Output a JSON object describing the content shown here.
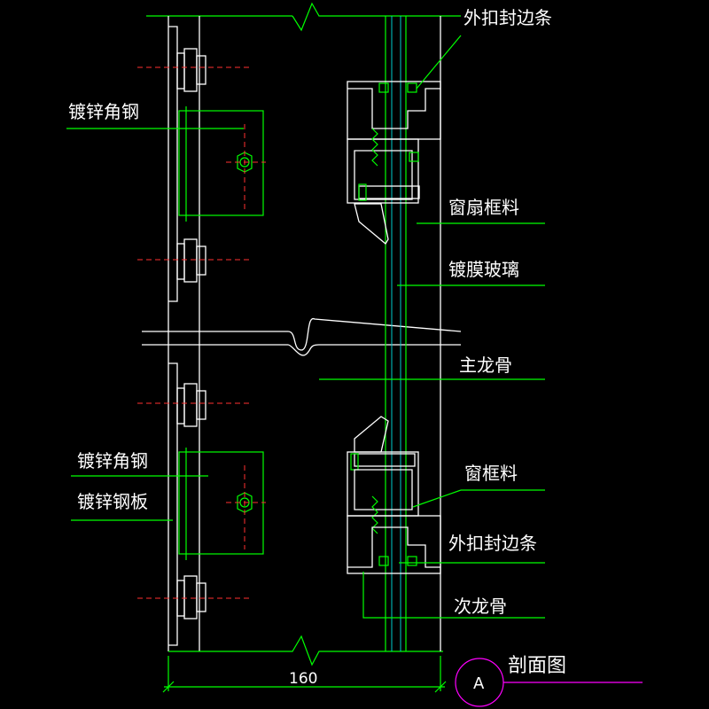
{
  "labels": {
    "top_outer_strip": "外扣封边条",
    "top_angle_steel": "镀锌角钢",
    "sash_frame": "窗扇框料",
    "coated_glass": "镀膜玻璃",
    "main_keel": "主龙骨",
    "bottom_angle_steel": "镀锌角钢",
    "steel_plate": "镀锌钢板",
    "window_frame": "窗框料",
    "bottom_outer_strip": "外扣封边条",
    "secondary_keel": "次龙骨"
  },
  "dimension": {
    "value": "160"
  },
  "section": {
    "bubble": "A",
    "title": "剖面图"
  },
  "colors": {
    "background": "#000000",
    "linework": "#00ff00",
    "profile": "#ffffff",
    "glass": "#00cccc",
    "centerline": "#ff3030",
    "title_mark": "#ff00ff"
  }
}
